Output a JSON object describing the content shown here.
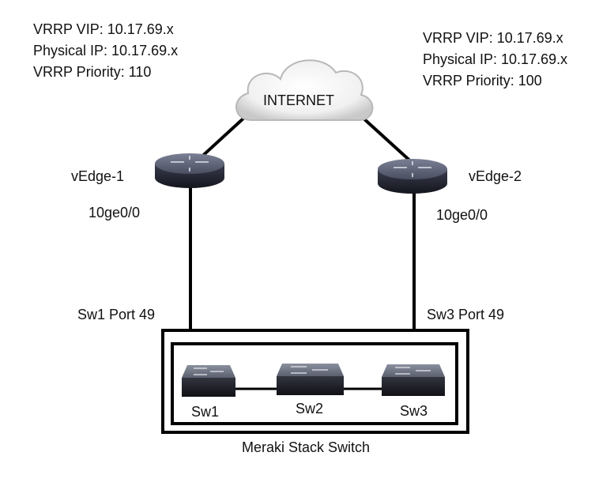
{
  "left_info": [
    "VRRP VIP: 10.17.69.x",
    "Physical IP: 10.17.69.x",
    "VRRP Priority: 110"
  ],
  "right_info": [
    "VRRP VIP: 10.17.69.x",
    "Physical IP: 10.17.69.x",
    "VRRP Priority: 100"
  ],
  "cloud_label": "INTERNET",
  "router1": {
    "name": "vEdge-1",
    "interface": "10ge0/0",
    "uplink_port": "Sw1 Port 49"
  },
  "router2": {
    "name": "vEdge-2",
    "interface": "10ge0/0",
    "uplink_port": "Sw3 Port 49"
  },
  "switches": [
    "Sw1",
    "Sw2",
    "Sw3"
  ],
  "stack_label": "Meraki Stack Switch"
}
